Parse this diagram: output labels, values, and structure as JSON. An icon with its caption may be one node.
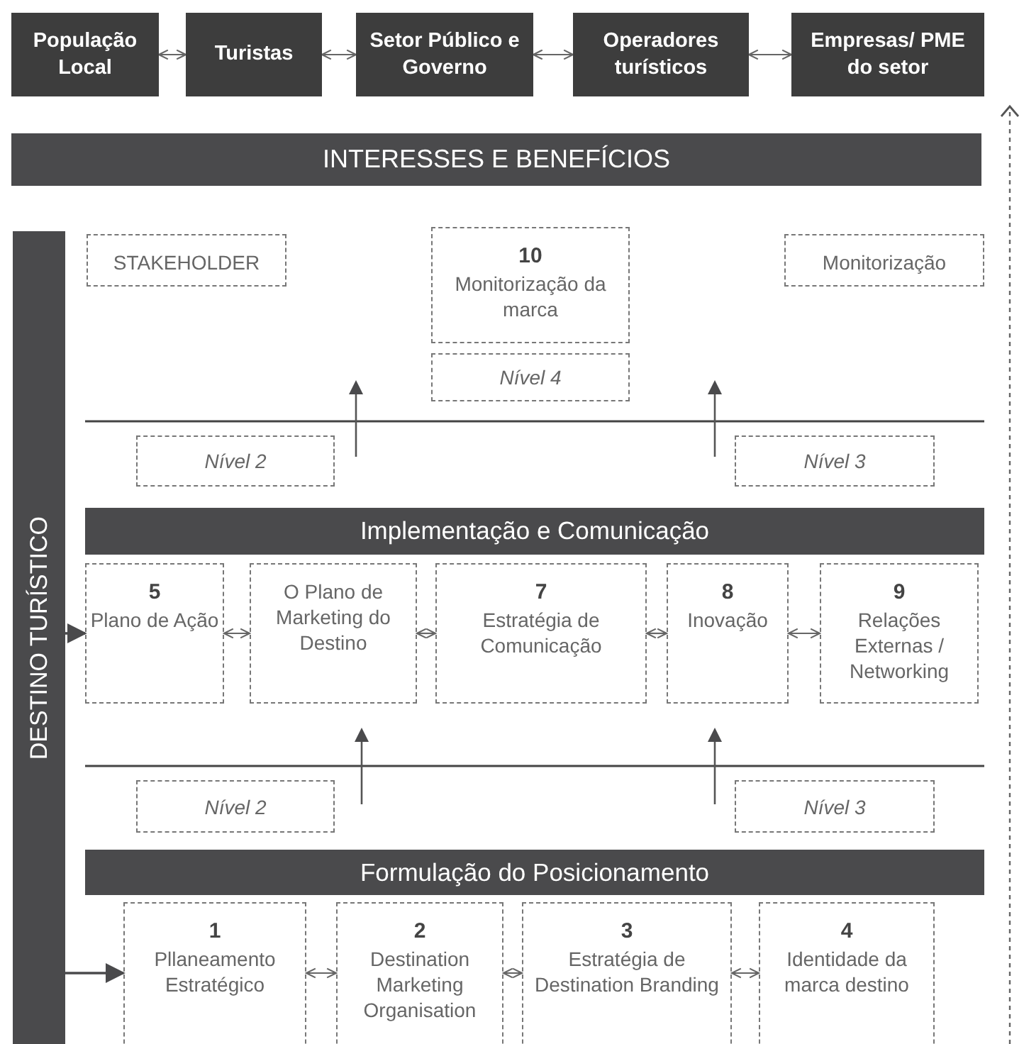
{
  "diagram": {
    "nodes": [
      {
        "text": [
          "População Local"
        ]
      },
      {
        "text": [
          "Turistas"
        ]
      },
      {
        "text": [
          "Setor Público e Governo"
        ]
      },
      {
        "text": [
          "Operadores turísticos"
        ]
      },
      {
        "text": [
          "Empresas/ PME do setor"
        ]
      },
      {
        "text": [
          "INTERESSES E BENEFÍCIOS"
        ]
      },
      {
        "text": [
          "DESTINO TURÍSTICO"
        ]
      },
      {
        "text": [
          "STAKEHOLDER"
        ]
      },
      {
        "text": [
          "10",
          "Monitorização da marca"
        ]
      },
      {
        "text": [
          "Nível 4"
        ]
      },
      {
        "text": [
          "Monitorização"
        ]
      },
      {
        "text": [
          "Nível 2"
        ]
      },
      {
        "text": [
          "Nível 3"
        ]
      },
      {
        "text": [
          "Implementação e Comunicação"
        ]
      },
      {
        "text": [
          "5",
          "Plano de Ação"
        ]
      },
      {
        "text": [
          "O Plano de Marketing do Destino"
        ]
      },
      {
        "text": [
          "7",
          "Estratégia de Comunicação"
        ]
      },
      {
        "text": [
          "8",
          "Inovação"
        ]
      },
      {
        "text": [
          "9",
          "Relações Externas / Networking"
        ]
      },
      {
        "text": [
          "Nível 2"
        ]
      },
      {
        "text": [
          "Nível 3"
        ]
      },
      {
        "text": [
          "Formulação do Posicionamento"
        ]
      },
      {
        "text": [
          "1",
          "Pllaneamento Estratégico"
        ]
      },
      {
        "text": [
          "2",
          "Destination Marketing Organisation"
        ]
      },
      {
        "text": [
          "3",
          "Estratégia de Destination Branding"
        ]
      },
      {
        "text": [
          "4",
          "Identidade da marca destino"
        ]
      }
    ],
    "edges": [
      {
        "from": 0,
        "to": 1,
        "arrow": "both"
      },
      {
        "from": 1,
        "to": 2,
        "arrow": "both"
      },
      {
        "from": 2,
        "to": 3,
        "arrow": "both"
      },
      {
        "from": 3,
        "to": 4,
        "arrow": "both"
      },
      {
        "from": 6,
        "to": 14,
        "arrow": "to"
      },
      {
        "from": 14,
        "to": 15,
        "arrow": "both"
      },
      {
        "from": 15,
        "to": 16,
        "arrow": "both"
      },
      {
        "from": 16,
        "to": 17,
        "arrow": "both"
      },
      {
        "from": 17,
        "to": 18,
        "arrow": "both"
      },
      {
        "from": 6,
        "to": 22,
        "arrow": "to"
      },
      {
        "from": 22,
        "to": 23,
        "arrow": "both"
      },
      {
        "from": 23,
        "to": 24,
        "arrow": "both"
      },
      {
        "from": 24,
        "to": 25,
        "arrow": "both"
      }
    ]
  }
}
